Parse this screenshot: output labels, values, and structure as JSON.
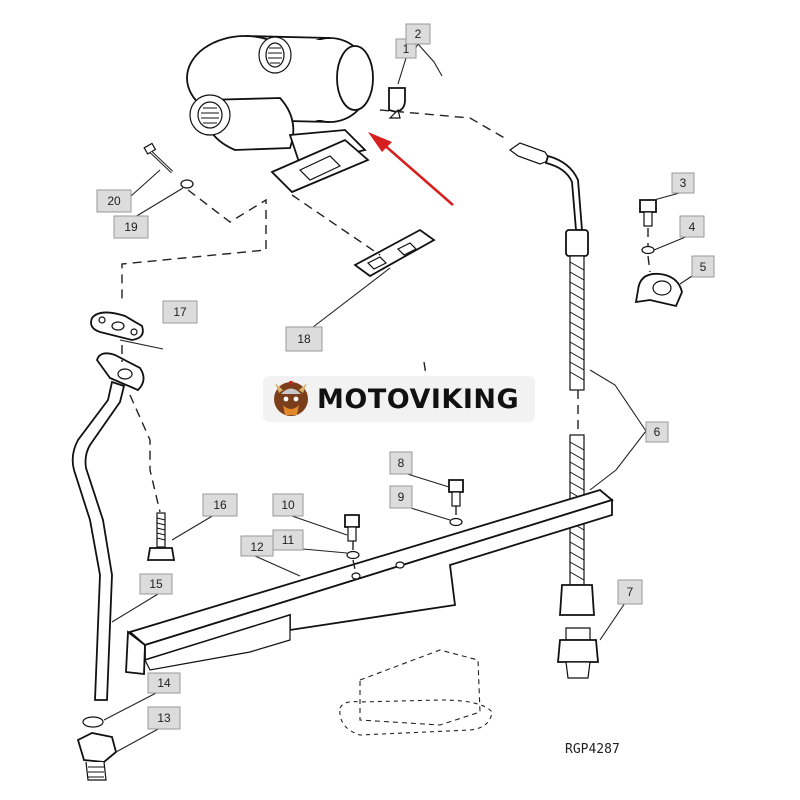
{
  "diagram": {
    "callouts": [
      "1",
      "2",
      "3",
      "4",
      "5",
      "6",
      "7",
      "8",
      "9",
      "10",
      "11",
      "12",
      "13",
      "14",
      "15",
      "16",
      "17",
      "18",
      "19",
      "20"
    ],
    "drawing_ref": "RGP4287",
    "watermark": "MOTOVIKING"
  },
  "colors": {
    "arrow": "#d62020",
    "callout_fill": "#dcdcdc",
    "line": "#111111",
    "watermark_bg": "#f2f2f2"
  }
}
